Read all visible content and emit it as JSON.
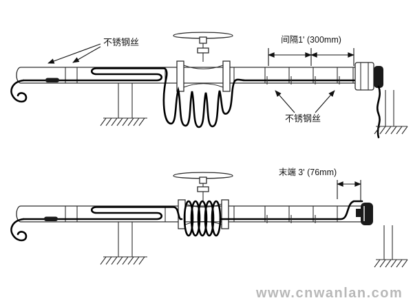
{
  "diagram": {
    "top": {
      "label_wire_left": "不锈钢丝",
      "label_spacing": "间隔1' (300mm)",
      "label_wire_right": "不锈钢丝"
    },
    "bottom": {
      "label_end": "末端 3' (76mm)"
    },
    "watermark": "www.cnwanlan.com"
  },
  "colors": {
    "line": "#2a2a2a",
    "cable": "#000000",
    "watermark": "#b8b8b8",
    "background": "#ffffff"
  }
}
